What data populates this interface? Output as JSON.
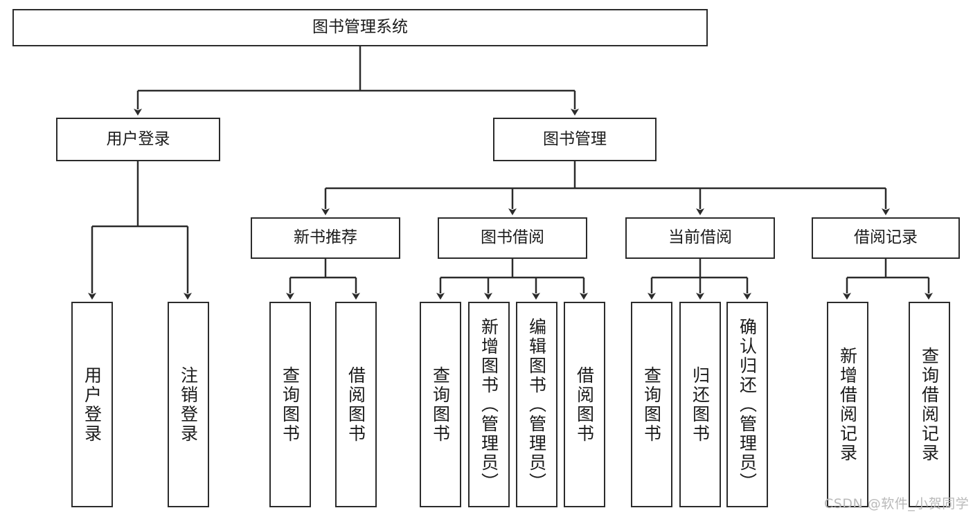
{
  "diagram": {
    "title": "图书管理系统",
    "type": "tree-hierarchy-diagram",
    "colors": {
      "box_border": "#2b2b2b",
      "box_fill": "#ffffff",
      "edge": "#2b2b2b",
      "text": "#1a1a1a",
      "watermark": "#b9b9b9",
      "background": "#ffffff"
    },
    "nodes": {
      "root": {
        "label": "图书管理系统"
      },
      "level2": [
        {
          "label": "用户登录"
        },
        {
          "label": "图书管理"
        }
      ],
      "level3": [
        {
          "label": "新书推荐"
        },
        {
          "label": "图书借阅"
        },
        {
          "label": "当前借阅"
        },
        {
          "label": "借阅记录"
        }
      ],
      "leaves": {
        "user_login": [
          {
            "label": "用户登录"
          },
          {
            "label": "注销登录"
          }
        ],
        "new_book_recommend": [
          {
            "label": "查询图书"
          },
          {
            "label": "借阅图书"
          }
        ],
        "book_borrow": [
          {
            "label": "查询图书"
          },
          {
            "label": "新增图书（管理员）"
          },
          {
            "label": "编辑图书（管理员）"
          },
          {
            "label": "借阅图书"
          }
        ],
        "current_borrow": [
          {
            "label": "查询图书"
          },
          {
            "label": "归还图书"
          },
          {
            "label": "确认归还（管理员）"
          }
        ],
        "borrow_record": [
          {
            "label": "新增借阅记录"
          },
          {
            "label": "查询借阅记录"
          }
        ]
      }
    },
    "watermark": "CSDN @软件_小贺同学"
  }
}
